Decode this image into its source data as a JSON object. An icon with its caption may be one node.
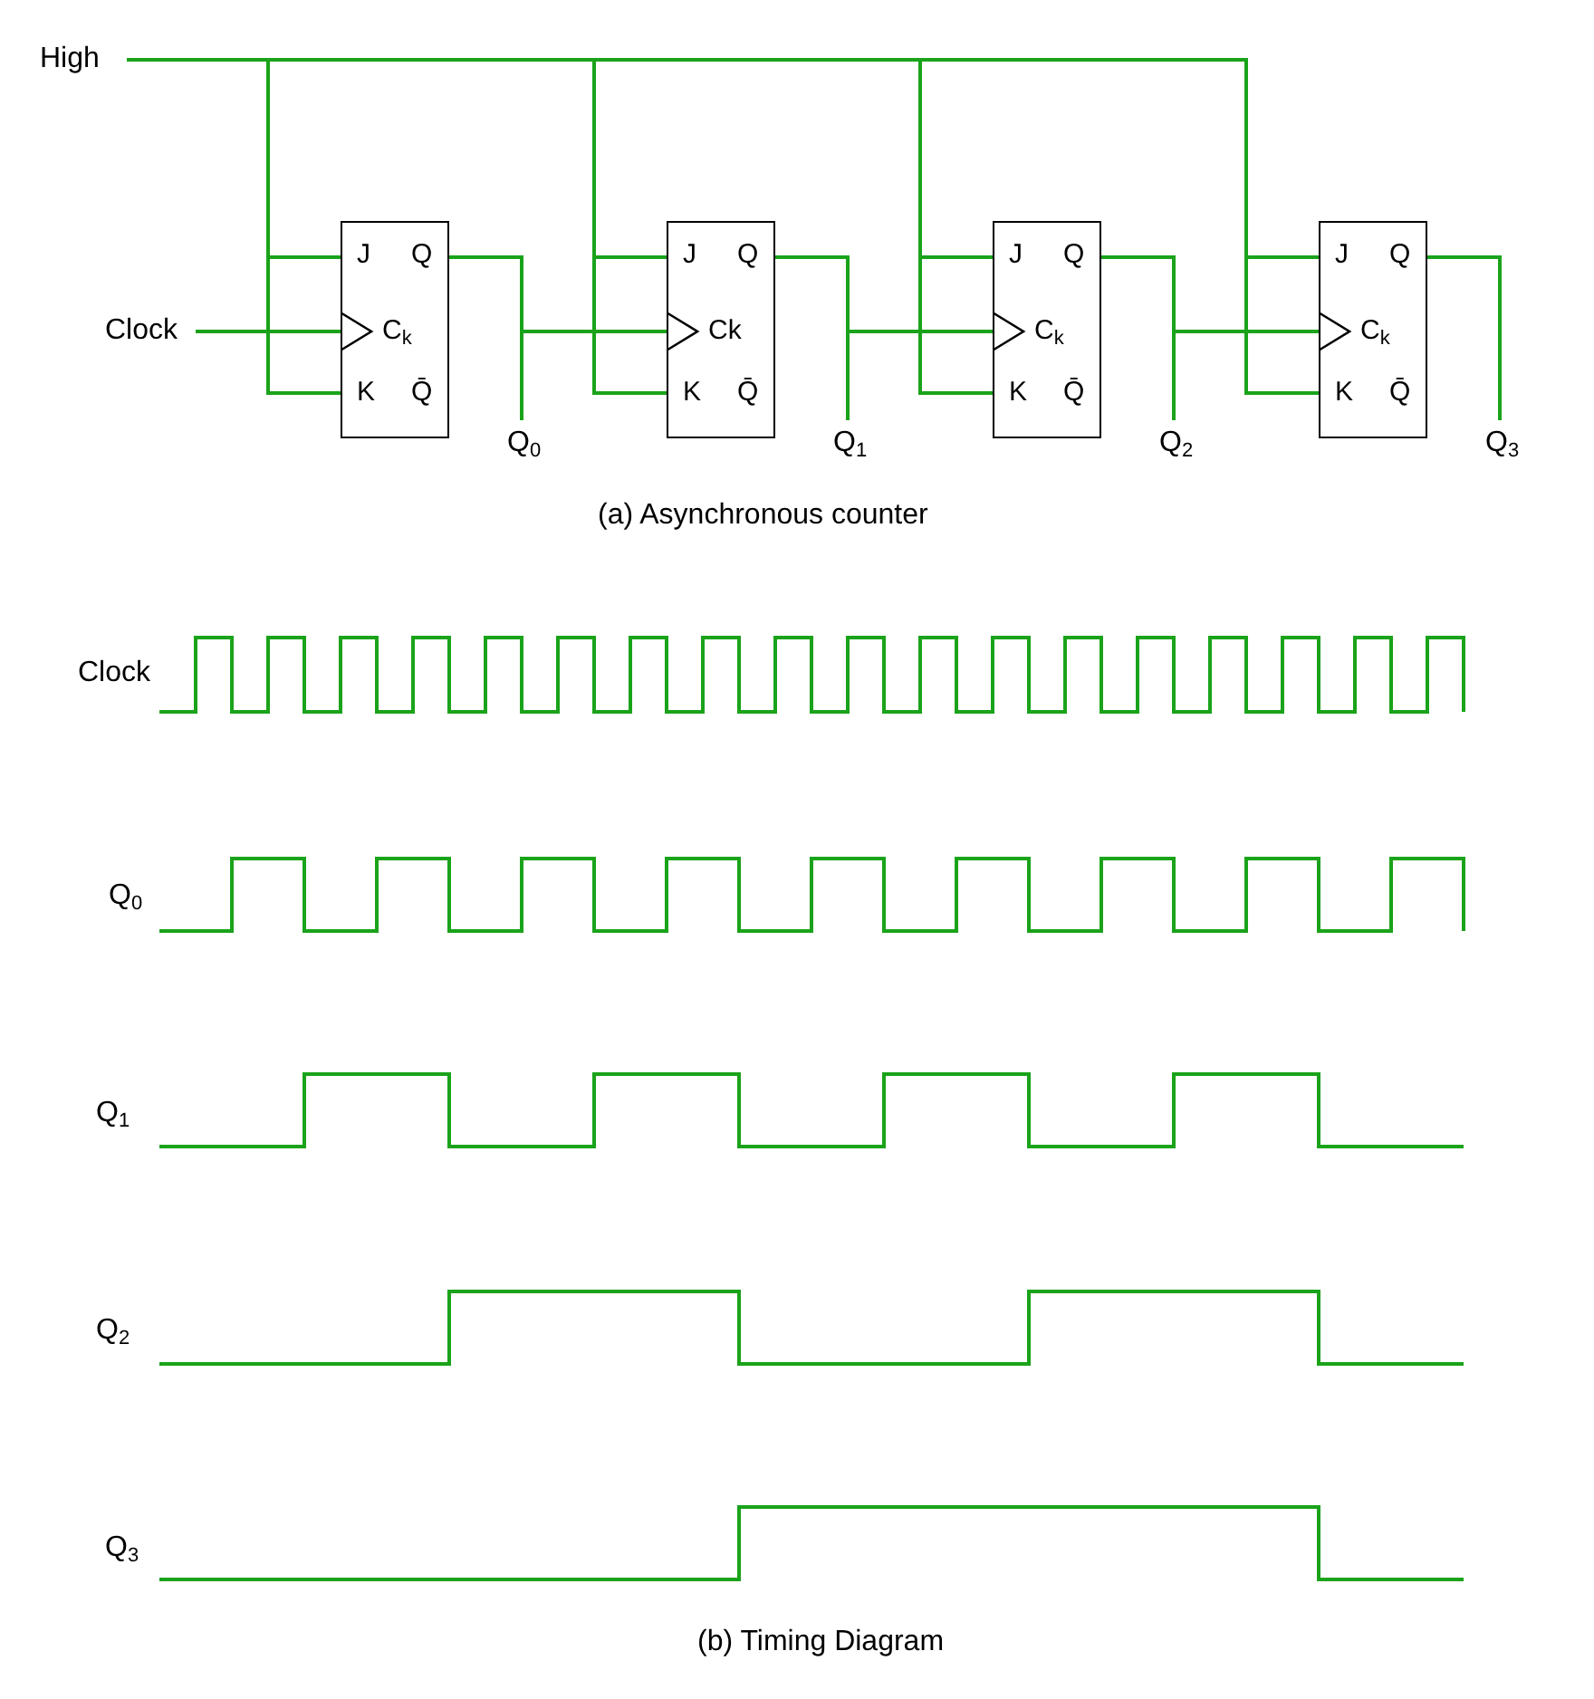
{
  "diagram": {
    "nodes": [
      {
        "text": [
          "High"
        ]
      },
      {
        "text": [
          "Clock"
        ]
      },
      {
        "text": [
          "J",
          "Q",
          "C$_{k}$",
          "K",
          "Q̄"
        ]
      },
      {
        "text": [
          "Q$_{0}$"
        ]
      },
      {
        "text": [
          "J",
          "Q",
          "Ck",
          "K",
          "Q̄"
        ]
      },
      {
        "text": [
          "Q$_{1}$"
        ]
      },
      {
        "text": [
          "J",
          "Q",
          "C$_{k}$",
          "K",
          "Q̄"
        ]
      },
      {
        "text": [
          "Q$_{2}$"
        ]
      },
      {
        "text": [
          "J",
          "Q",
          "C$_{k}$",
          "K",
          "Q̄"
        ]
      },
      {
        "text": [
          "Q$_{3}$"
        ]
      }
    ],
    "edges": [
      {
        "from": 0,
        "to": 2,
        "arrow": "none"
      },
      {
        "from": 0,
        "to": 4,
        "arrow": "none"
      },
      {
        "from": 0,
        "to": 6,
        "arrow": "none"
      },
      {
        "from": 0,
        "to": 8,
        "arrow": "none"
      },
      {
        "from": 1,
        "to": 2,
        "arrow": "to"
      },
      {
        "from": 2,
        "to": 3,
        "arrow": "none"
      },
      {
        "from": 2,
        "to": 4,
        "arrow": "to"
      },
      {
        "from": 4,
        "to": 5,
        "arrow": "none"
      },
      {
        "from": 4,
        "to": 6,
        "arrow": "to"
      },
      {
        "from": 6,
        "to": 7,
        "arrow": "none"
      },
      {
        "from": 6,
        "to": 8,
        "arrow": "to"
      },
      {
        "from": 8,
        "to": 9,
        "arrow": "none"
      }
    ],
    "labels": [
      "(a) Asynchronous counter",
      "Clock",
      "Q$_{0}$",
      "Q$_{1}$",
      "Q$_{2}$",
      "Q$_{3}$",
      "(b) Timing Diagram"
    ]
  }
}
